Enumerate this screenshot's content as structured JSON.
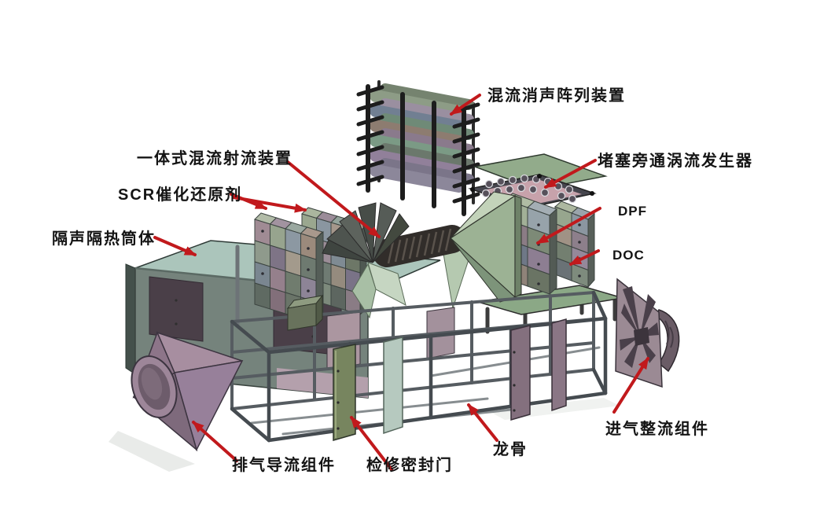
{
  "diagram": {
    "background_color": "#ffffff",
    "annotation": {
      "arrow_color": "#c1191c",
      "label_color": "#141414"
    },
    "labels": {
      "silencer_array": "混流消声阵列装置",
      "jet_device": "一体式混流射流装置",
      "scr_catalyst": "SCR催化还原剂",
      "enclosure": "隔声隔热筒体",
      "vortex_generator": "堵塞旁通涡流发生器",
      "dpf": "DPF",
      "doc": "DOC",
      "intake_rectifier": "进气整流组件",
      "exhaust_guide": "排气导流组件",
      "access_door": "检修密封门",
      "keel": "龙骨"
    },
    "model_colors": {
      "enclosure_top": "#abc5bb",
      "enclosure_front": "#75837c",
      "dark_panel": "#4a3f48",
      "pink_strip": "#b4a0ac",
      "funnel_green": "#9cb294",
      "exhaust_funnel_purple": "#a78ea0",
      "keel_frame_grey": "#565c61",
      "cover_plate_green": "#92ab8b",
      "vortex_plate_pink": "#c7a2ab",
      "cage_frame_black": "#1d1d1d"
    }
  }
}
